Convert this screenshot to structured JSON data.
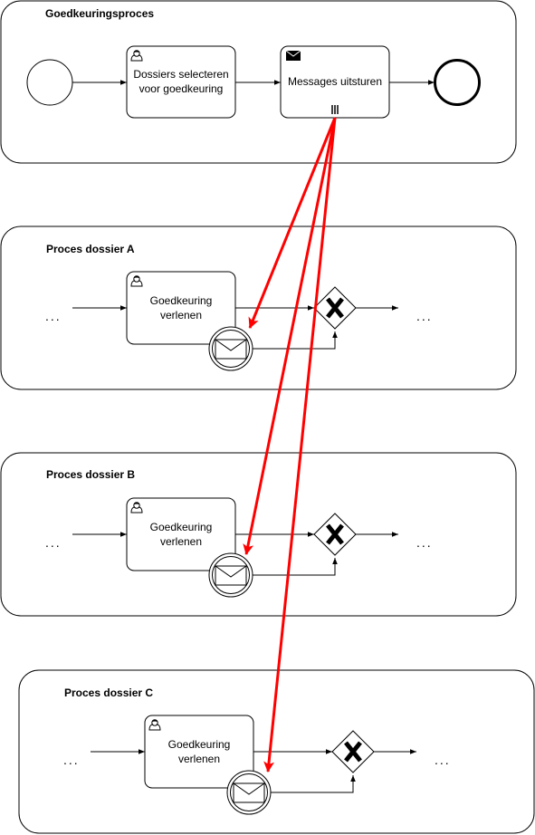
{
  "top_pool": {
    "title": "Goedkeuringsproces",
    "task1_line1": "Dossiers selecteren",
    "task1_line2": "voor goedkeuring",
    "task2": "Messages uitsturen"
  },
  "sub_pools": [
    {
      "title": "Proces dossier A",
      "task_line1": "Goedkeuring",
      "task_line2": "verlenen",
      "dots_left": "...",
      "dots_right": "..."
    },
    {
      "title": "Proces dossier B",
      "task_line1": "Goedkeuring",
      "task_line2": "verlenen",
      "dots_left": "...",
      "dots_right": "..."
    },
    {
      "title": "Proces dossier C",
      "task_line1": "Goedkeuring",
      "task_line2": "verlenen",
      "dots_left": "...",
      "dots_right": "..."
    }
  ],
  "colors": {
    "message_flow": "#ff0000",
    "stroke": "#000000",
    "background": "#ffffff"
  },
  "icons": {
    "user_task": "user-icon",
    "send_task": "envelope-filled-icon",
    "multi_instance": "parallel-bars-icon",
    "message_event": "envelope-icon",
    "gateway": "x-icon"
  }
}
